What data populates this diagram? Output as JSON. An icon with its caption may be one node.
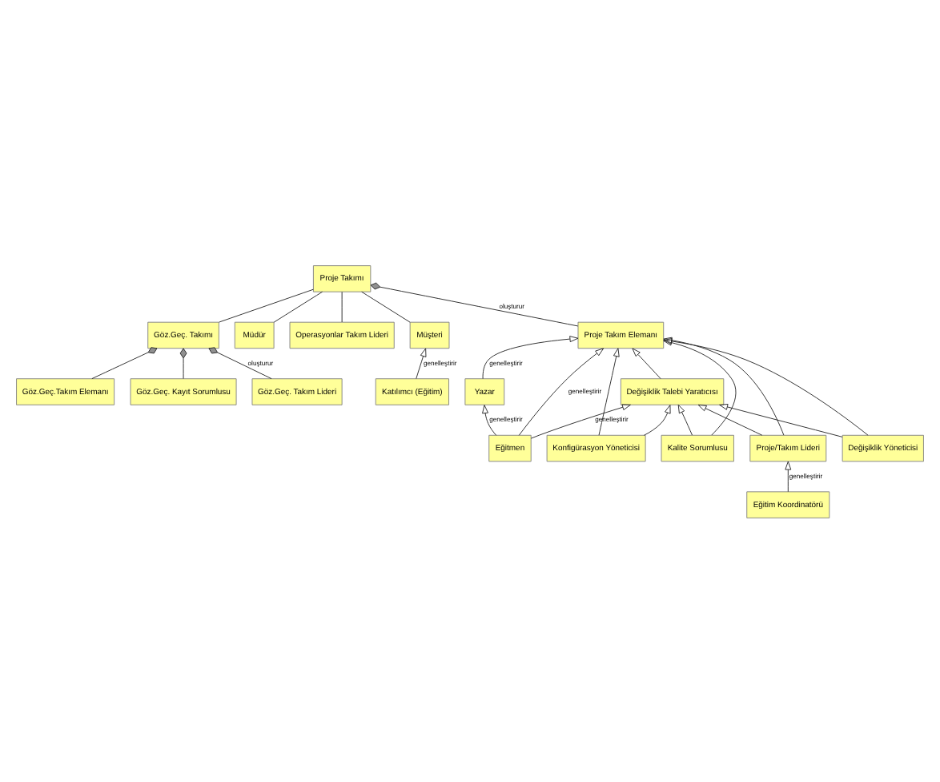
{
  "diagram": {
    "nodes": [
      {
        "text": [
          "Proje Takımı"
        ]
      },
      {
        "text": [
          "Göz.Geç. Takımı"
        ]
      },
      {
        "text": [
          "Müdür"
        ]
      },
      {
        "text": [
          "Operasyonlar Takım Lideri"
        ]
      },
      {
        "text": [
          "Müşteri"
        ]
      },
      {
        "text": [
          "Proje Takım Elemanı"
        ]
      },
      {
        "text": [
          "Katılımcı (Eğitim)"
        ]
      },
      {
        "text": [
          "Göz.Geç. Takım Lideri"
        ]
      },
      {
        "text": [
          "Göz.Geç.Takım Elemanı"
        ]
      },
      {
        "text": [
          "Göz.Geç. Kayıt Sorumlusu"
        ]
      },
      {
        "text": [
          "Eğitmen"
        ]
      },
      {
        "text": [
          "Kalite Sorumlusu"
        ]
      },
      {
        "text": [
          "Değişiklik Yöneticisi"
        ]
      },
      {
        "text": [
          "Konfigürasyon Yöneticisi"
        ]
      },
      {
        "text": [
          "Proje/Takım Lideri"
        ]
      },
      {
        "text": [
          "Eğitim Koordinatörü"
        ]
      },
      {
        "text": [
          "Yazar"
        ]
      },
      {
        "text": [
          "Değişiklik Talebi Yaratıcısı"
        ]
      }
    ],
    "edges": [
      {
        "from": 0,
        "to": 1,
        "arrow": "none"
      },
      {
        "from": 0,
        "to": 2,
        "arrow": "none"
      },
      {
        "from": 0,
        "to": 3,
        "arrow": "none"
      },
      {
        "from": 0,
        "to": 4,
        "arrow": "none"
      },
      {
        "from": 0,
        "to": 5,
        "arrow": "other",
        "label": "oluşturur"
      },
      {
        "from": 1,
        "to": 7,
        "arrow": "other",
        "label": "oluşturur"
      },
      {
        "from": 1,
        "to": 8,
        "arrow": "other"
      },
      {
        "from": 1,
        "to": 9,
        "arrow": "other"
      },
      {
        "from": 6,
        "to": 4,
        "arrow": "to",
        "label": "genelleştirir"
      },
      {
        "from": 10,
        "to": 5,
        "arrow": "to",
        "label": "genelleştirir"
      },
      {
        "from": 11,
        "to": 5,
        "arrow": "to"
      },
      {
        "from": 12,
        "to": 5,
        "arrow": "to"
      },
      {
        "from": 13,
        "to": 5,
        "arrow": "to"
      },
      {
        "from": 14,
        "to": 5,
        "arrow": "to"
      },
      {
        "from": 16,
        "to": 5,
        "arrow": "to",
        "label": "genelleştirir"
      },
      {
        "from": 17,
        "to": 5,
        "arrow": "to"
      },
      {
        "from": 10,
        "to": 16,
        "arrow": "to",
        "label": "genelleştirir"
      },
      {
        "from": 10,
        "to": 17,
        "arrow": "to",
        "label": "genelleştirir"
      },
      {
        "from": 11,
        "to": 17,
        "arrow": "to"
      },
      {
        "from": 12,
        "to": 17,
        "arrow": "to"
      },
      {
        "from": 13,
        "to": 17,
        "arrow": "to"
      },
      {
        "from": 14,
        "to": 17,
        "arrow": "to"
      },
      {
        "from": 15,
        "to": 14,
        "arrow": "to",
        "label": "genelleştirir"
      }
    ]
  }
}
